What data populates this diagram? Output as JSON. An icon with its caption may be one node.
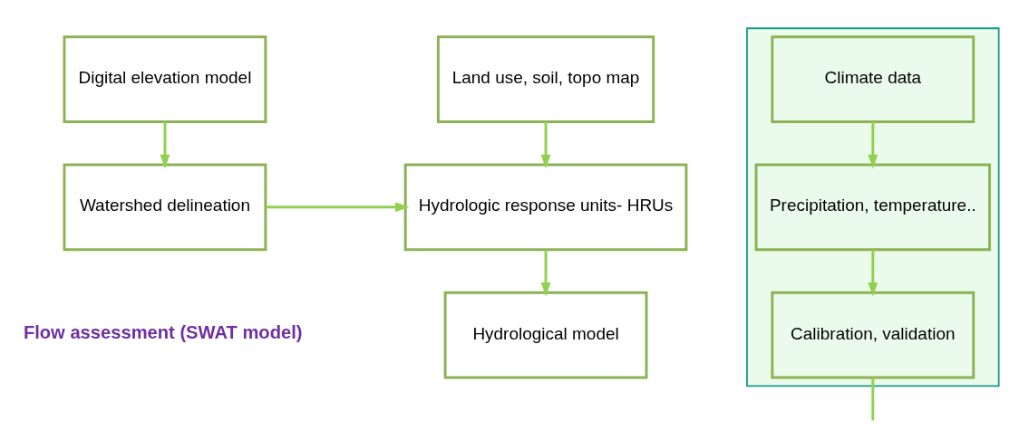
{
  "diagram": {
    "nodes": [
      {
        "text": [
          "Digital elevation model"
        ]
      },
      {
        "text": [
          "Land use, soil, topo map"
        ]
      },
      {
        "text": [],
        "shape": "box"
      },
      {
        "text": [
          "Climate data"
        ],
        "in": 2
      },
      {
        "text": [
          "Watershed delineation"
        ]
      },
      {
        "text": [
          "Hydrologic response units- HRUs"
        ]
      },
      {
        "text": [
          "Precipitation, temperature.."
        ],
        "in": 2
      },
      {
        "text": [
          "Hydrological model"
        ]
      },
      {
        "text": [
          "Calibration, validation"
        ],
        "in": 2
      }
    ],
    "edges": [
      {
        "from": 0,
        "to": 4,
        "arrow": "to"
      },
      {
        "from": 1,
        "to": 5,
        "arrow": "to"
      },
      {
        "from": 3,
        "to": 6,
        "arrow": "to"
      },
      {
        "from": 4,
        "to": 5,
        "arrow": "to"
      },
      {
        "from": 5,
        "to": 7,
        "arrow": "to"
      },
      {
        "from": 6,
        "to": 8,
        "arrow": "to"
      },
      {
        "from": 8,
        "to": null,
        "arrow": "none"
      }
    ],
    "labels": [
      "Flow assessment (SWAT model)"
    ]
  }
}
